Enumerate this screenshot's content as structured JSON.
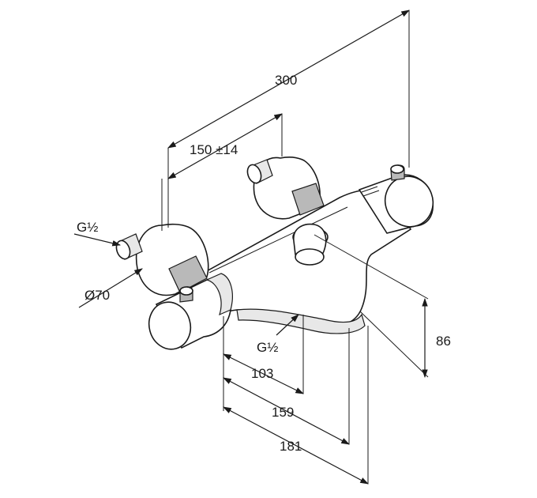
{
  "dimensions": {
    "overall_width": "300",
    "centre_distance": "150 ±14",
    "inlet_thread_left": "G½",
    "cover_diameter": "Ø70",
    "outlet_thread": "G½",
    "outlet_projection": "103",
    "spout_projection": "159",
    "total_depth": "181",
    "height": "86"
  }
}
